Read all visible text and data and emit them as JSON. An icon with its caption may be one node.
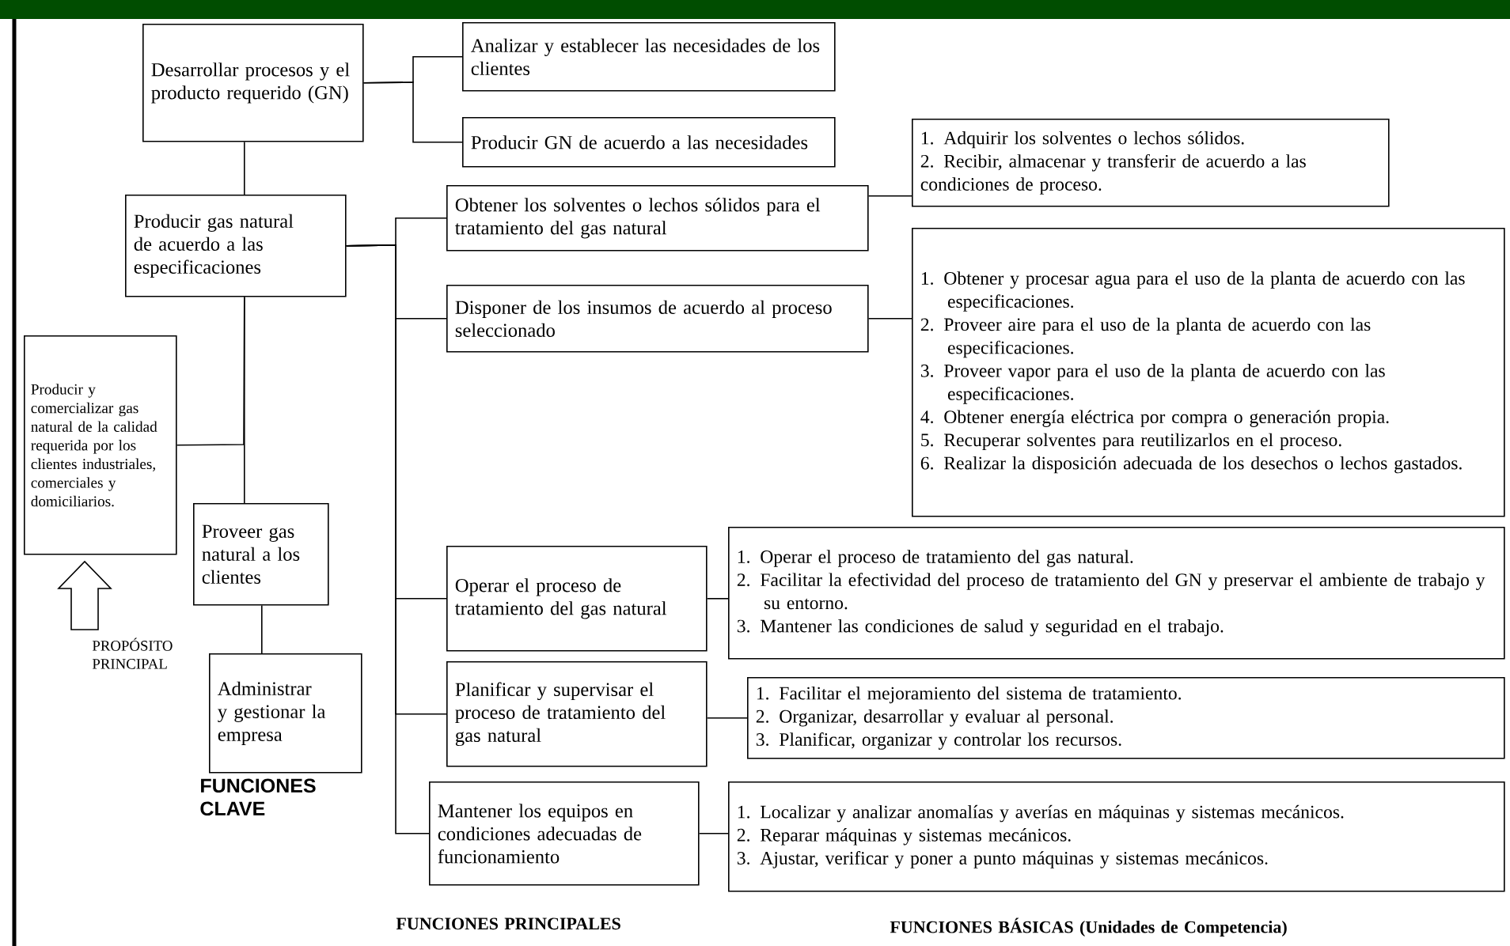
{
  "diagram": {
    "nodes": [
      {
        "text": [
          "Desarrollar procesos y el producto requerido (GN)"
        ]
      },
      {
        "text": [
          "Analizar y establecer las necesidades de los clientes"
        ]
      },
      {
        "text": [
          "Producir GN de acuerdo a las necesidades"
        ]
      },
      {
        "text": [
          "Producir gas natural de acuerdo a las especificaciones"
        ]
      },
      {
        "text": [
          "Obtener los solventes o lechos sólidos para el tratamiento del gas natural"
        ]
      },
      {
        "text": [
          "Disponer de los insumos de acuerdo al proceso seleccionado"
        ]
      },
      {
        "text": [
          "Operar el proceso de tratamiento del gas natural"
        ]
      },
      {
        "text": [
          "Planificar y supervisar el proceso de tratamiento del gas natural"
        ]
      },
      {
        "text": [
          "Mantener los equipos en condiciones adecuadas de funcionamiento"
        ]
      },
      {
        "text": [
          "Producir y comercializar gas natural de la calidad requerida por los clientes industriales, comerciales y domiciliarios."
        ]
      },
      {
        "text": [
          "Proveer gas natural a los clientes"
        ]
      },
      {
        "text": [
          "Administrar y gestionar la empresa"
        ]
      },
      {
        "text": [
          "1. Adquirir los solventes o lechos sólidos.",
          "2. Recibir, almacenar y transferir de acuerdo a las condiciones de proceso."
        ]
      },
      {
        "text": [
          "1. Obtener y procesar agua para el uso de la planta de acuerdo con las especificaciones.",
          "2. Proveer aire para el uso de la planta de acuerdo con las especificaciones.",
          "3. Proveer vapor para el uso de la planta de acuerdo con las especificaciones.",
          "4. Obtener energía eléctrica por compra o generación propia.",
          "5. Recuperar solventes para reutilizarlos en el proceso.",
          "6. Realizar la disposición adecuada de los desechos o lechos gastados."
        ]
      },
      {
        "text": [
          "1. Operar el proceso de tratamiento del gas natural.",
          "2. Facilitar la efectividad del proceso de tratamiento del GN y preservar el ambiente de trabajo y su entorno.",
          "3. Mantener las condiciones de salud y seguridad en el trabajo."
        ]
      },
      {
        "text": [
          "1. Facilitar el mejoramiento del sistema de tratamiento.",
          "2. Organizar, desarrollar y evaluar al personal.",
          "3. Planificar, organizar y controlar los recursos."
        ]
      },
      {
        "text": [
          "1. Localizar y analizar anomalías y averías en máquinas y sistemas mecánicos.",
          "2. Reparar máquinas y sistemas mecánicos.",
          "3. Ajustar, verificar y poner a punto máquinas y sistemas mecánicos."
        ]
      }
    ],
    "edges": [
      {
        "from": 0,
        "to": 1,
        "arrow": "none"
      },
      {
        "from": 0,
        "to": 2,
        "arrow": "none"
      },
      {
        "from": 0,
        "to": 3,
        "arrow": "none"
      },
      {
        "from": 3,
        "to": 4,
        "arrow": "none"
      },
      {
        "from": 3,
        "to": 5,
        "arrow": "none"
      },
      {
        "from": 3,
        "to": 6,
        "arrow": "none"
      },
      {
        "from": 3,
        "to": 7,
        "arrow": "none"
      },
      {
        "from": 3,
        "to": 8,
        "arrow": "none"
      },
      {
        "from": 9,
        "to": 3,
        "arrow": "none"
      },
      {
        "from": 3,
        "to": 10,
        "arrow": "none"
      },
      {
        "from": 10,
        "to": 11,
        "arrow": "none"
      },
      {
        "from": 4,
        "to": 12,
        "arrow": "none"
      },
      {
        "from": 5,
        "to": 13,
        "arrow": "none"
      },
      {
        "from": 6,
        "to": 14,
        "arrow": "none"
      },
      {
        "from": 7,
        "to": 15,
        "arrow": "none"
      },
      {
        "from": 8,
        "to": 16,
        "arrow": "none"
      }
    ],
    "labels": [
      "PROPÓSITO PRINCIPAL",
      "FUNCIONES CLAVE",
      "FUNCIONES PRINCIPALES",
      "FUNCIONES BÁSICAS (Unidades de Competencia)"
    ]
  }
}
